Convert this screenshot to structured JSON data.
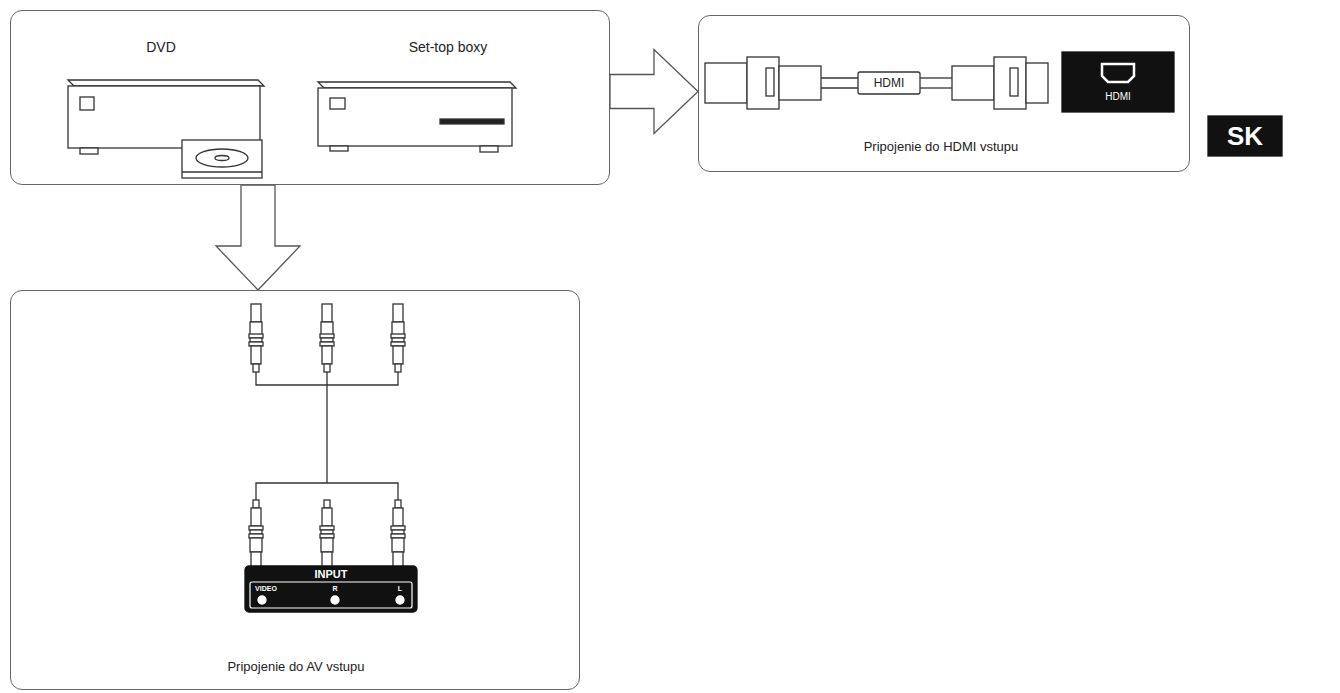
{
  "diagram": {
    "nodes": [
      {
        "text": [
          "DVD",
          "Set-top boxy"
        ]
      },
      {
        "text": [
          "Pripojenie do HDMI vstupu"
        ]
      },
      {
        "text": [
          "Pripojenie do AV vstupu"
        ]
      }
    ],
    "edges": [
      {
        "from": 0,
        "to": 1,
        "arrow": "to"
      },
      {
        "from": 0,
        "to": 2,
        "arrow": "to"
      }
    ],
    "labels": [
      "HDMI",
      "HDMI",
      "SK",
      "INPUT",
      "VIDEO",
      "R",
      "L"
    ]
  }
}
